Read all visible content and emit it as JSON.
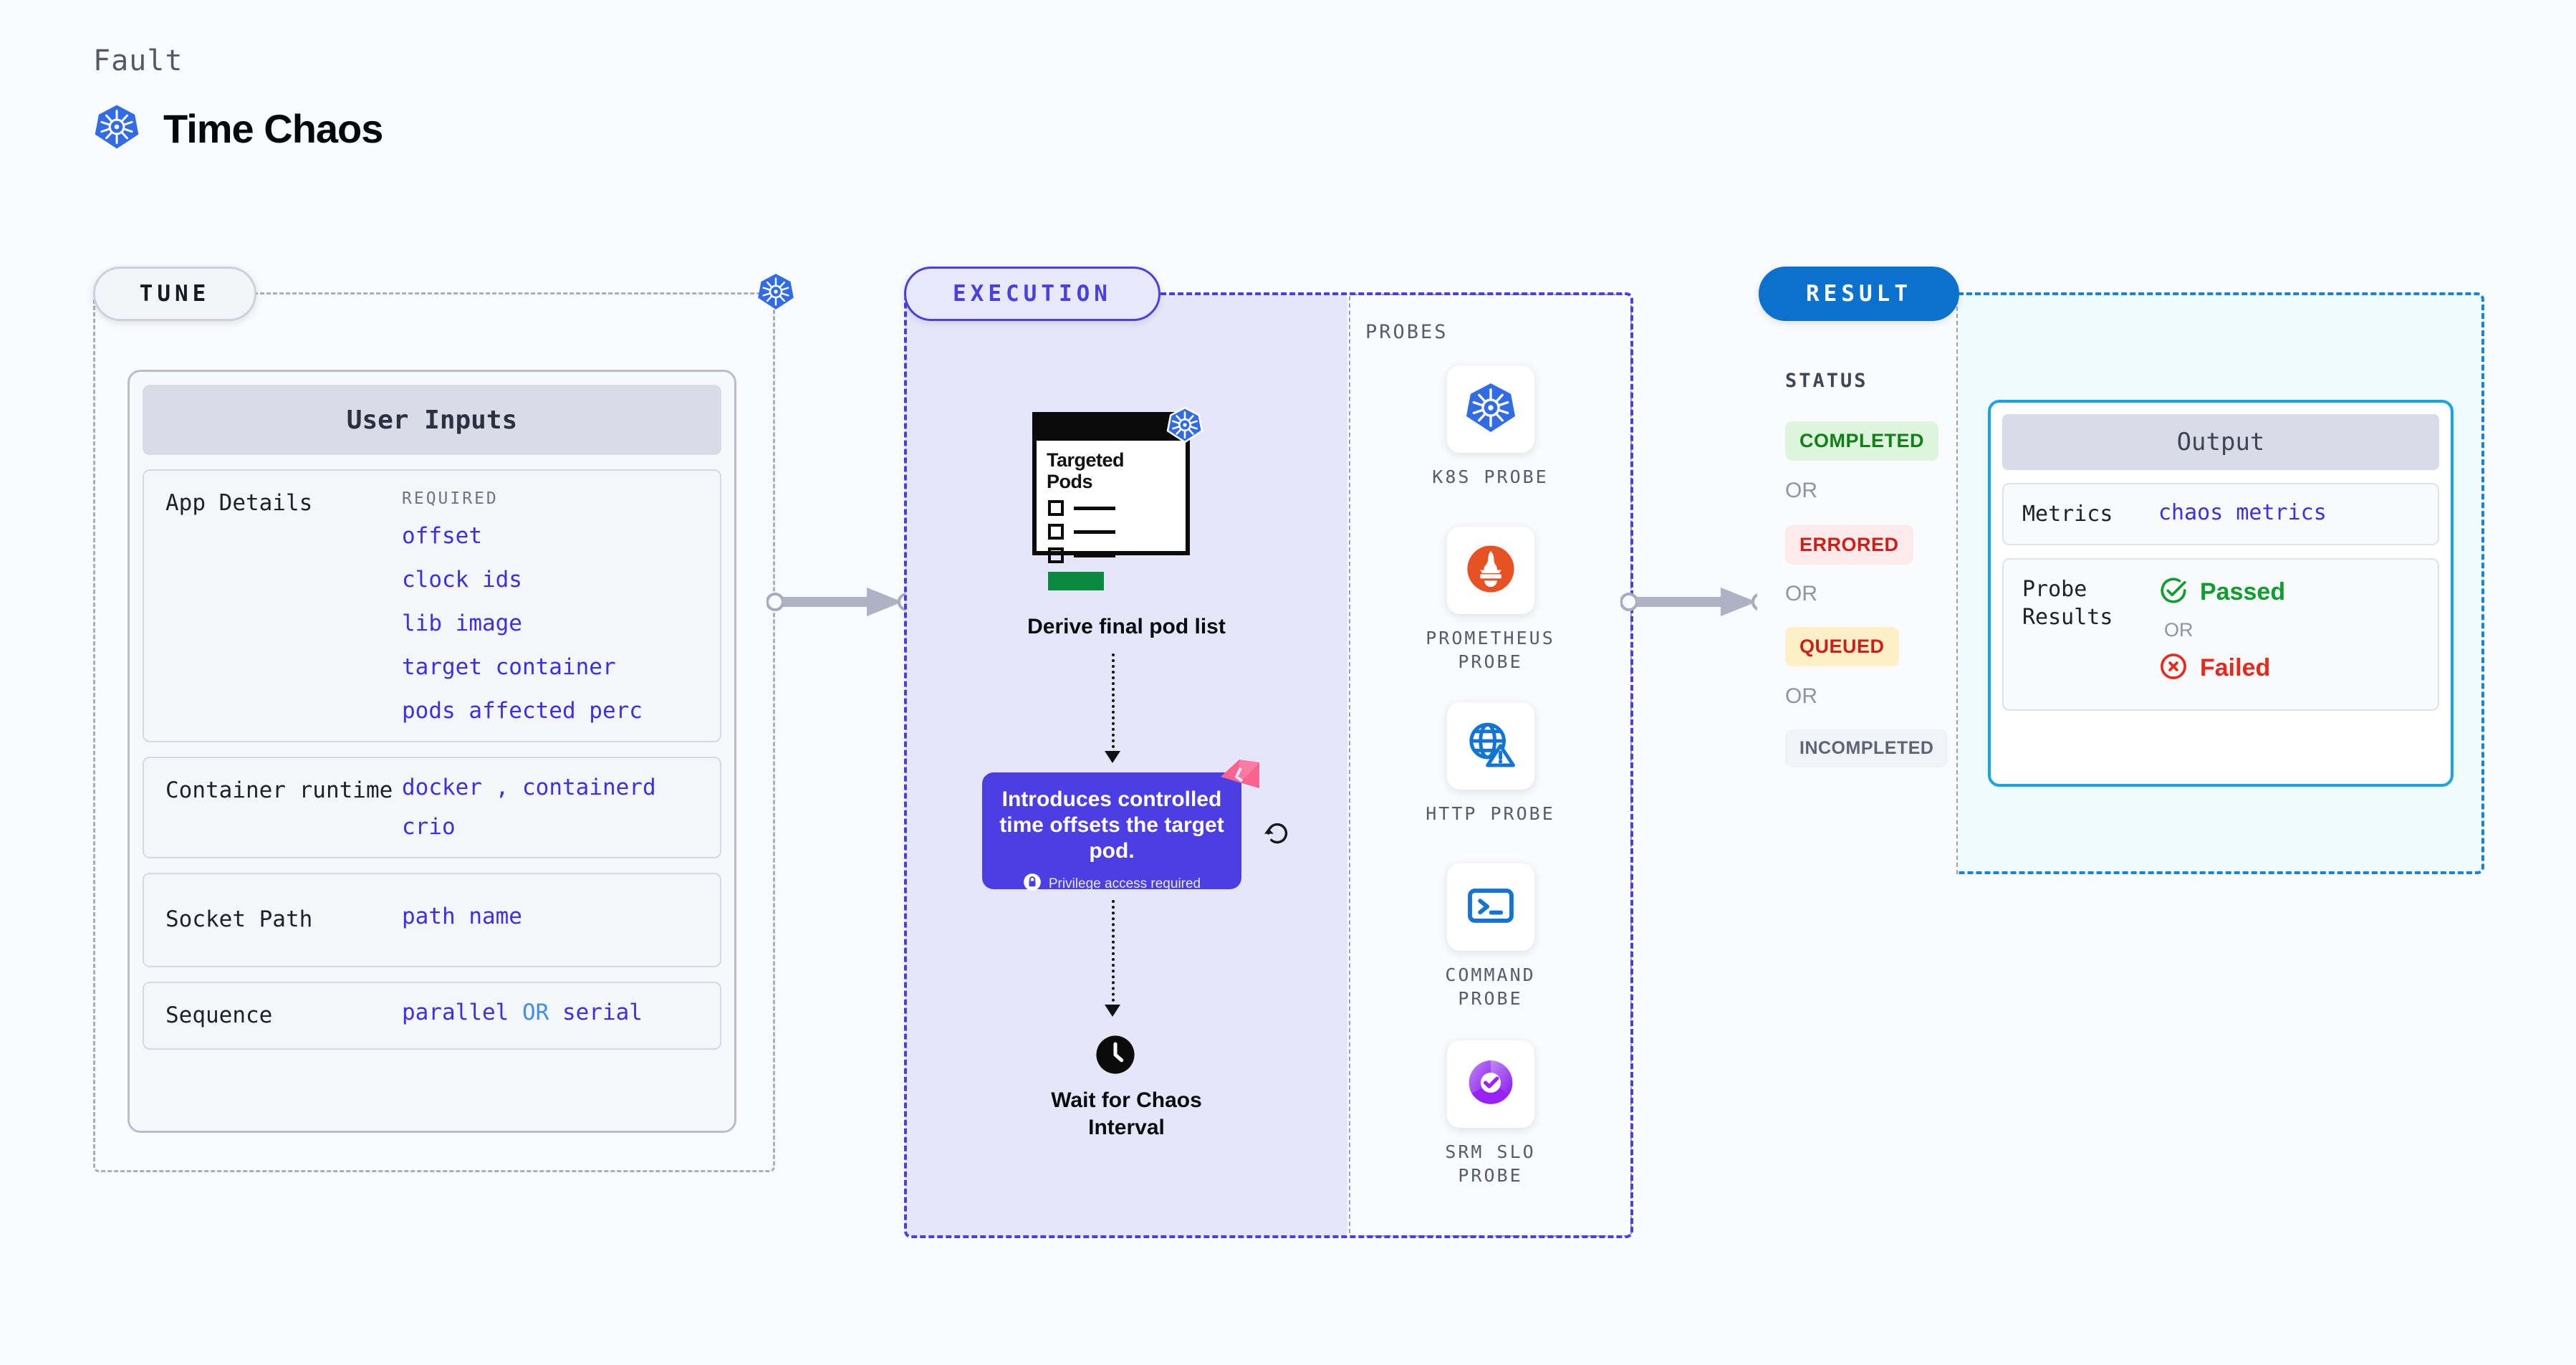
{
  "header": {
    "kicker": "Fault",
    "title": "Time Chaos",
    "icon": "kubernetes-icon"
  },
  "stages": {
    "tune": {
      "label": "TUNE"
    },
    "execution": {
      "label": "EXECUTION"
    },
    "result": {
      "label": "RESULT"
    }
  },
  "tune": {
    "card_title": "User Inputs",
    "rows": [
      {
        "label": "App Details",
        "required_tag": "REQUIRED",
        "values": [
          "offset",
          "clock ids",
          "lib image",
          "target container",
          "pods affected perc"
        ]
      },
      {
        "label": "Container runtime",
        "values": [
          "docker",
          ",",
          "containerd",
          "crio"
        ]
      },
      {
        "label": "Socket Path",
        "values": [
          "path name"
        ]
      },
      {
        "label": "Sequence",
        "values": [
          "parallel",
          "OR",
          "serial"
        ]
      }
    ]
  },
  "execution": {
    "pods_doc": {
      "title_line1": "Targeted",
      "title_line2": "Pods",
      "icon": "kubernetes-icon"
    },
    "derive_label": "Derive final pod list",
    "fault_card": {
      "description": "Introduces controlled time offsets the target pod.",
      "privilege_note": "Privilege access required",
      "lock_icon": "lock-icon",
      "ribbon_icon": "ribbon-icon",
      "loop_icon": "rotate-ccw-icon"
    },
    "wait_label_line1": "Wait for Chaos",
    "wait_label_line2": "Interval",
    "clock_icon": "clock-icon"
  },
  "probes": {
    "title": "PROBES",
    "items": [
      {
        "label_line1": "K8S  PROBE",
        "label_line2": "",
        "icon": "kubernetes-icon"
      },
      {
        "label_line1": "PROMETHEUS",
        "label_line2": "PROBE",
        "icon": "prometheus-icon"
      },
      {
        "label_line1": "HTTP  PROBE",
        "label_line2": "",
        "icon": "globe-warning-icon"
      },
      {
        "label_line1": "COMMAND",
        "label_line2": "PROBE",
        "icon": "terminal-icon"
      },
      {
        "label_line1": "SRM  SLO",
        "label_line2": "PROBE",
        "icon": "srm-slo-icon"
      }
    ]
  },
  "result": {
    "status_title": "STATUS",
    "or_label": "OR",
    "statuses": [
      {
        "label": "COMPLETED",
        "bg": "#ddf5dc",
        "fg": "#118018"
      },
      {
        "label": "ERRORED",
        "bg": "#fdeaea",
        "fg": "#cf1f17"
      },
      {
        "label": "QUEUED",
        "bg": "#fdf0c9",
        "fg": "#cf1f17"
      },
      {
        "label": "INCOMPLETED",
        "bg": "#f2f3f8",
        "fg": "#5c6478"
      }
    ],
    "output": {
      "card_title": "Output",
      "metrics_label": "Metrics",
      "metrics_value": "chaos metrics",
      "probe_results_label": "Probe Results",
      "passed_label": "Passed",
      "failed_label": "Failed",
      "or_label": "OR",
      "passed_icon": "check-circle-icon",
      "failed_icon": "x-circle-icon"
    }
  },
  "colors": {
    "accent_purple": "#4b3fe4",
    "accent_blue": "#0a72ce",
    "k8s_blue": "#326ce5",
    "value_blue": "#3a30e8",
    "cyan": "#16a6e8"
  }
}
